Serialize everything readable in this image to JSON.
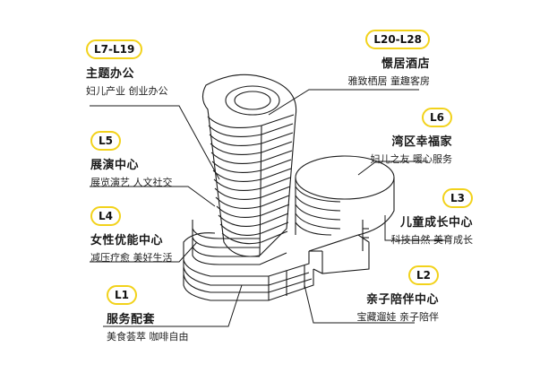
{
  "callouts": [
    {
      "id": "l7l19",
      "level": "L7-L19",
      "title": "主题办公",
      "subtitle": "妇儿产业  创业办公"
    },
    {
      "id": "l5",
      "level": "L5",
      "title": "展演中心",
      "subtitle": "展览演艺  人文社交"
    },
    {
      "id": "l4",
      "level": "L4",
      "title": "女性优能中心",
      "subtitle": "减压疗愈  美好生活"
    },
    {
      "id": "l1",
      "level": "L1",
      "title": "服务配套",
      "subtitle": "美食荟萃  咖啡自由"
    },
    {
      "id": "l20l28",
      "level": "L20-L28",
      "title": "憬居酒店",
      "subtitle": "雅致栖居  童趣客房"
    },
    {
      "id": "l6",
      "level": "L6",
      "title": "湾区幸福家",
      "subtitle": "妇儿之友  暖心服务"
    },
    {
      "id": "l3",
      "level": "L3",
      "title": "儿童成长中心",
      "subtitle": "科技自然  美育成长"
    },
    {
      "id": "l2",
      "level": "L2",
      "title": "亲子陪伴中心",
      "subtitle": "宝藏遛娃  亲子陪伴"
    }
  ],
  "colors": {
    "badge_border": "#f2d21b",
    "line": "#1a1a1a"
  }
}
